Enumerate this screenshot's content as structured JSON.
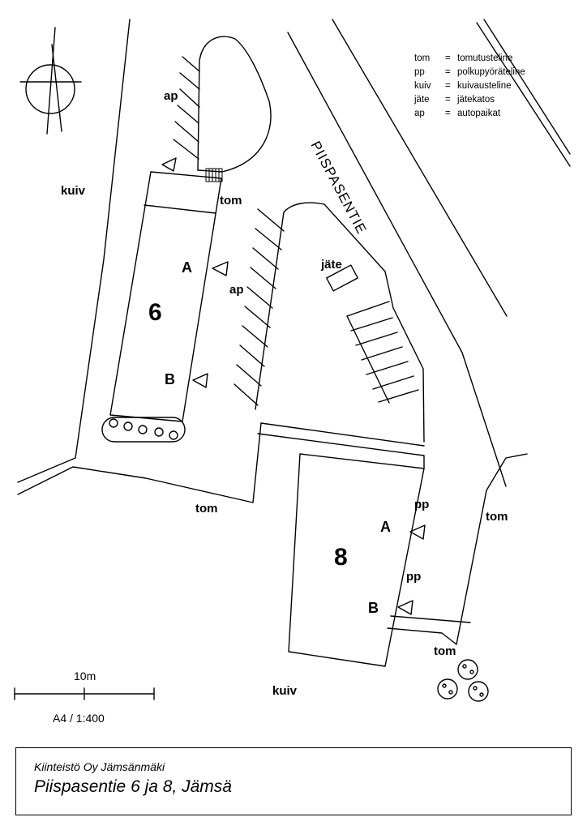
{
  "legend": {
    "items": [
      {
        "abbr": "tom",
        "eq": "=",
        "desc": "tomutusteline"
      },
      {
        "abbr": "pp",
        "eq": "=",
        "desc": "polkupyöräteline"
      },
      {
        "abbr": "kuiv",
        "eq": "=",
        "desc": "kuivausteline"
      },
      {
        "abbr": "jäte",
        "eq": "=",
        "desc": "jätekatos"
      },
      {
        "abbr": "ap",
        "eq": "=",
        "desc": "autopaikat"
      }
    ]
  },
  "street": "PIISPASENTIE",
  "buildings": {
    "b6": {
      "number": "6",
      "entrance_a": "A",
      "entrance_b": "B"
    },
    "b8": {
      "number": "8",
      "entrance_a": "A",
      "entrance_b": "B"
    }
  },
  "labels": {
    "ap_top": "ap",
    "ap_mid": "ap",
    "kuiv_left": "kuiv",
    "kuiv_bottom": "kuiv",
    "tom_b6": "tom",
    "tom_center": "tom",
    "tom_right": "tom",
    "tom_b8": "tom",
    "pp_a": "pp",
    "pp_b": "pp",
    "jate": "jäte"
  },
  "scale": {
    "distance": "10m",
    "paper": "A4 / 1:400"
  },
  "title": {
    "company": "Kiinteistö Oy Jämsänmäki",
    "address": "Piispasentie 6 ja 8, Jämsä"
  }
}
